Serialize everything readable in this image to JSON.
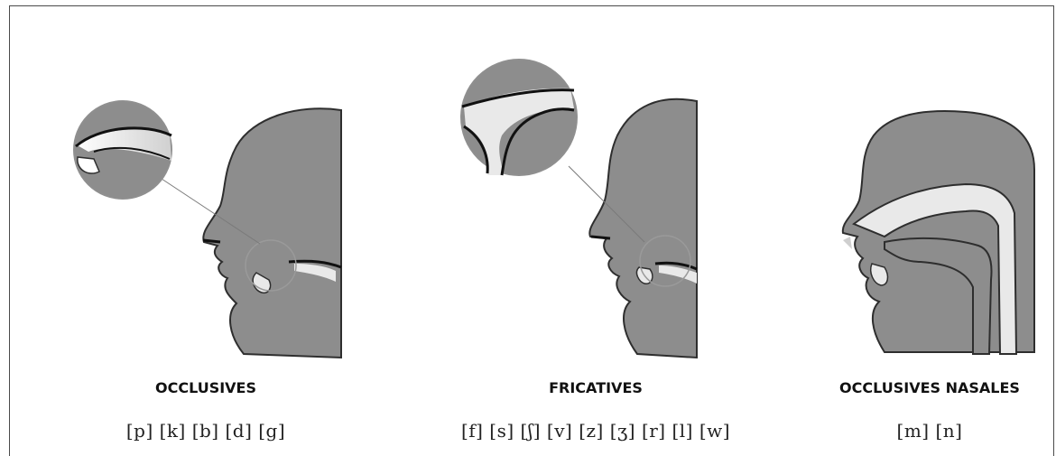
{
  "panels": [
    {
      "title": "OCCLUSIVES",
      "sounds": "[p] [k] [b] [d] [g]"
    },
    {
      "title": "FRICATIVES",
      "sounds": "[f] [s] [ʃ] [v] [z] [ʒ] [r] [l] [w]"
    },
    {
      "title": "OCCLUSIVES  NASALES",
      "sounds": "[m] [n]"
    }
  ],
  "colors": {
    "head": "#8d8d8d",
    "outline": "#2e2e2e",
    "cavity": "#e9e9e9",
    "frame": "#4a4a4a"
  }
}
